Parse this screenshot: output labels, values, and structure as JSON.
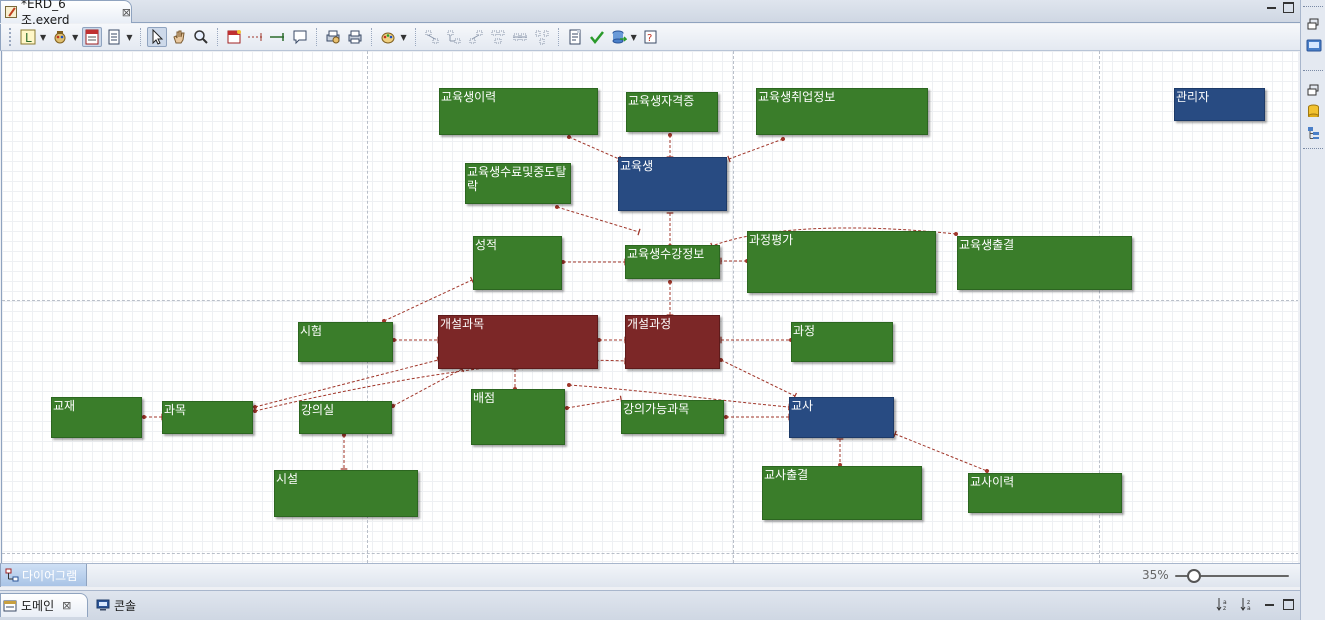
{
  "editor": {
    "tab_title": "*ERD_6조.exerd",
    "tab_close": "⊠"
  },
  "toolbar": {
    "buttons": [
      {
        "name": "layout-notation",
        "icon": "notation-icon"
      },
      {
        "name": "color-palette",
        "icon": "palette-icon"
      },
      {
        "name": "table-view",
        "icon": "table-icon"
      },
      {
        "name": "page-view",
        "icon": "page-icon"
      },
      {
        "name": "select",
        "icon": "pointer-icon"
      },
      {
        "name": "hand",
        "icon": "hand-icon"
      },
      {
        "name": "zoom",
        "icon": "magnifier-icon"
      },
      {
        "name": "new-entity",
        "icon": "entity-icon"
      },
      {
        "name": "non-identifying-relation",
        "icon": "dashed-relation-icon"
      },
      {
        "name": "identifying-relation",
        "icon": "solid-relation-icon"
      },
      {
        "name": "memo",
        "icon": "memo-icon"
      },
      {
        "name": "print-preview",
        "icon": "print-preview-icon"
      },
      {
        "name": "print",
        "icon": "printer-icon"
      },
      {
        "name": "paint",
        "icon": "paint-icon"
      },
      {
        "name": "align-1",
        "icon": "align-icon"
      },
      {
        "name": "align-2",
        "icon": "align-icon"
      },
      {
        "name": "align-3",
        "icon": "align-icon"
      },
      {
        "name": "align-4",
        "icon": "align-icon"
      },
      {
        "name": "align-5",
        "icon": "align-icon"
      },
      {
        "name": "align-6",
        "icon": "align-icon"
      },
      {
        "name": "report",
        "icon": "report-icon"
      },
      {
        "name": "validate",
        "icon": "check-icon"
      },
      {
        "name": "forward-engineer",
        "icon": "database-export-icon"
      },
      {
        "name": "help",
        "icon": "help-icon"
      }
    ]
  },
  "entities": [
    {
      "id": "e1",
      "label": "교육생이력",
      "color": "green"
    },
    {
      "id": "e2",
      "label": "교육생자격증",
      "color": "green"
    },
    {
      "id": "e3",
      "label": "교육생취업정보",
      "color": "green"
    },
    {
      "id": "e4",
      "label": "관리자",
      "color": "blue"
    },
    {
      "id": "e5",
      "label": "교육생",
      "color": "blue"
    },
    {
      "id": "e6",
      "label": "교육생수료및중도탈락",
      "color": "green"
    },
    {
      "id": "e7",
      "label": "성적",
      "color": "green"
    },
    {
      "id": "e8",
      "label": "교육생수강정보",
      "color": "green"
    },
    {
      "id": "e9",
      "label": "과정평가",
      "color": "green"
    },
    {
      "id": "e10",
      "label": "교육생출결",
      "color": "green"
    },
    {
      "id": "e11",
      "label": "시험",
      "color": "green"
    },
    {
      "id": "e12",
      "label": "개설과목",
      "color": "red"
    },
    {
      "id": "e13",
      "label": "개설과정",
      "color": "red"
    },
    {
      "id": "e14",
      "label": "과정",
      "color": "green"
    },
    {
      "id": "e15",
      "label": "교재",
      "color": "green"
    },
    {
      "id": "e16",
      "label": "과목",
      "color": "green"
    },
    {
      "id": "e17",
      "label": "강의실",
      "color": "green"
    },
    {
      "id": "e18",
      "label": "배점",
      "color": "green"
    },
    {
      "id": "e19",
      "label": "강의가능과목",
      "color": "green"
    },
    {
      "id": "e20",
      "label": "교사",
      "color": "blue"
    },
    {
      "id": "e21",
      "label": "시설",
      "color": "green"
    },
    {
      "id": "e22",
      "label": "교사출결",
      "color": "green"
    },
    {
      "id": "e23",
      "label": "교사이력",
      "color": "green"
    }
  ],
  "colors": {
    "entity_green": "#3a7d2a",
    "entity_blue": "#284b82",
    "entity_red": "#7c2727",
    "relation_line": "#a0362a"
  },
  "diagram_tab": {
    "label": "다이어그램"
  },
  "zoom": {
    "label": "35%",
    "value": 0.35
  },
  "views": {
    "domain_label": "도메인",
    "console_label": "콘솔",
    "close": "⊠"
  }
}
